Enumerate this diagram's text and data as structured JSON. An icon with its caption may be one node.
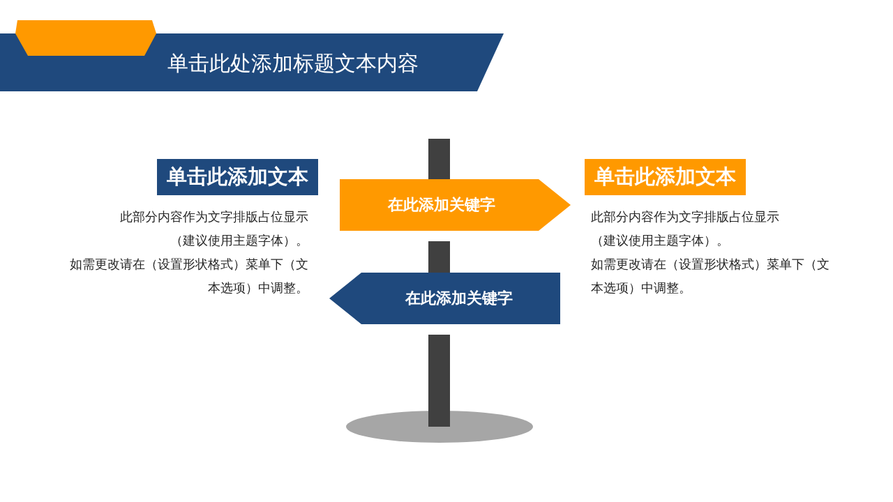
{
  "diagram": {
    "title": "单击此处添加标题文本内容",
    "nodes": [
      {
        "text": [
          "单击此添加文本"
        ],
        "beside": [
          "此部分内容作为文字排版占位显示",
          "（建议使用主题字体）。",
          "如需更改请在（设置形状格式）菜单下（文本选项）中调整。"
        ]
      },
      {
        "text": [
          "在此添加关键字"
        ]
      },
      {
        "text": [
          "在此添加关键字"
        ]
      },
      {
        "text": [
          "单击此添加文本"
        ],
        "beside": [
          "此部分内容作为文字排版占位显示",
          "（建议使用主题字体）。",
          "如需更改请在（设置形状格式）菜单下（文本选项）中调整。"
        ]
      }
    ]
  }
}
